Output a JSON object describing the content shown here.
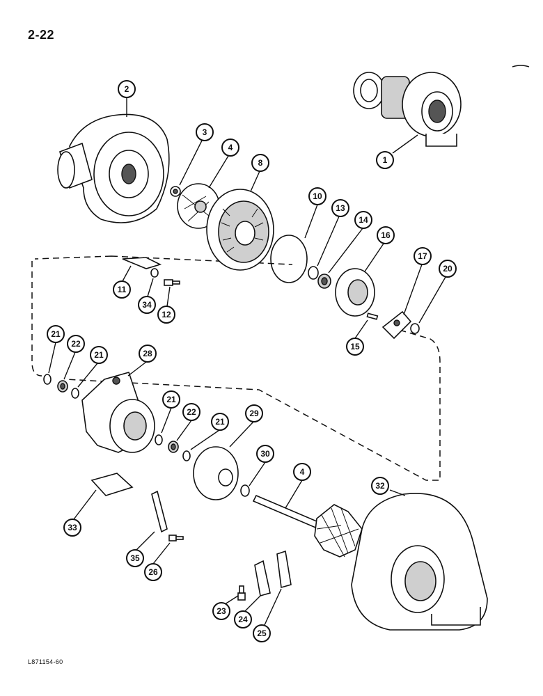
{
  "page": {
    "page_number": "2-22",
    "figure_code": "L871154-60"
  },
  "diagram": {
    "callouts": [
      {
        "id": "c1",
        "label": "1"
      },
      {
        "id": "c2",
        "label": "2"
      },
      {
        "id": "c3",
        "label": "3"
      },
      {
        "id": "c4a",
        "label": "4"
      },
      {
        "id": "c8",
        "label": "8"
      },
      {
        "id": "c10",
        "label": "10"
      },
      {
        "id": "c13",
        "label": "13"
      },
      {
        "id": "c14",
        "label": "14"
      },
      {
        "id": "c16",
        "label": "16"
      },
      {
        "id": "c17",
        "label": "17"
      },
      {
        "id": "c20",
        "label": "20"
      },
      {
        "id": "c11",
        "label": "11"
      },
      {
        "id": "c34",
        "label": "34"
      },
      {
        "id": "c12",
        "label": "12"
      },
      {
        "id": "c15",
        "label": "15"
      },
      {
        "id": "c21a",
        "label": "21"
      },
      {
        "id": "c22a",
        "label": "22"
      },
      {
        "id": "c21b",
        "label": "21"
      },
      {
        "id": "c28",
        "label": "28"
      },
      {
        "id": "c21c",
        "label": "21"
      },
      {
        "id": "c22b",
        "label": "22"
      },
      {
        "id": "c21d",
        "label": "21"
      },
      {
        "id": "c29",
        "label": "29"
      },
      {
        "id": "c30",
        "label": "30"
      },
      {
        "id": "c4b",
        "label": "4"
      },
      {
        "id": "c32",
        "label": "32"
      },
      {
        "id": "c33",
        "label": "33"
      },
      {
        "id": "c35",
        "label": "35"
      },
      {
        "id": "c26",
        "label": "26"
      },
      {
        "id": "c23",
        "label": "23"
      },
      {
        "id": "c24",
        "label": "24"
      },
      {
        "id": "c25",
        "label": "25"
      }
    ]
  }
}
